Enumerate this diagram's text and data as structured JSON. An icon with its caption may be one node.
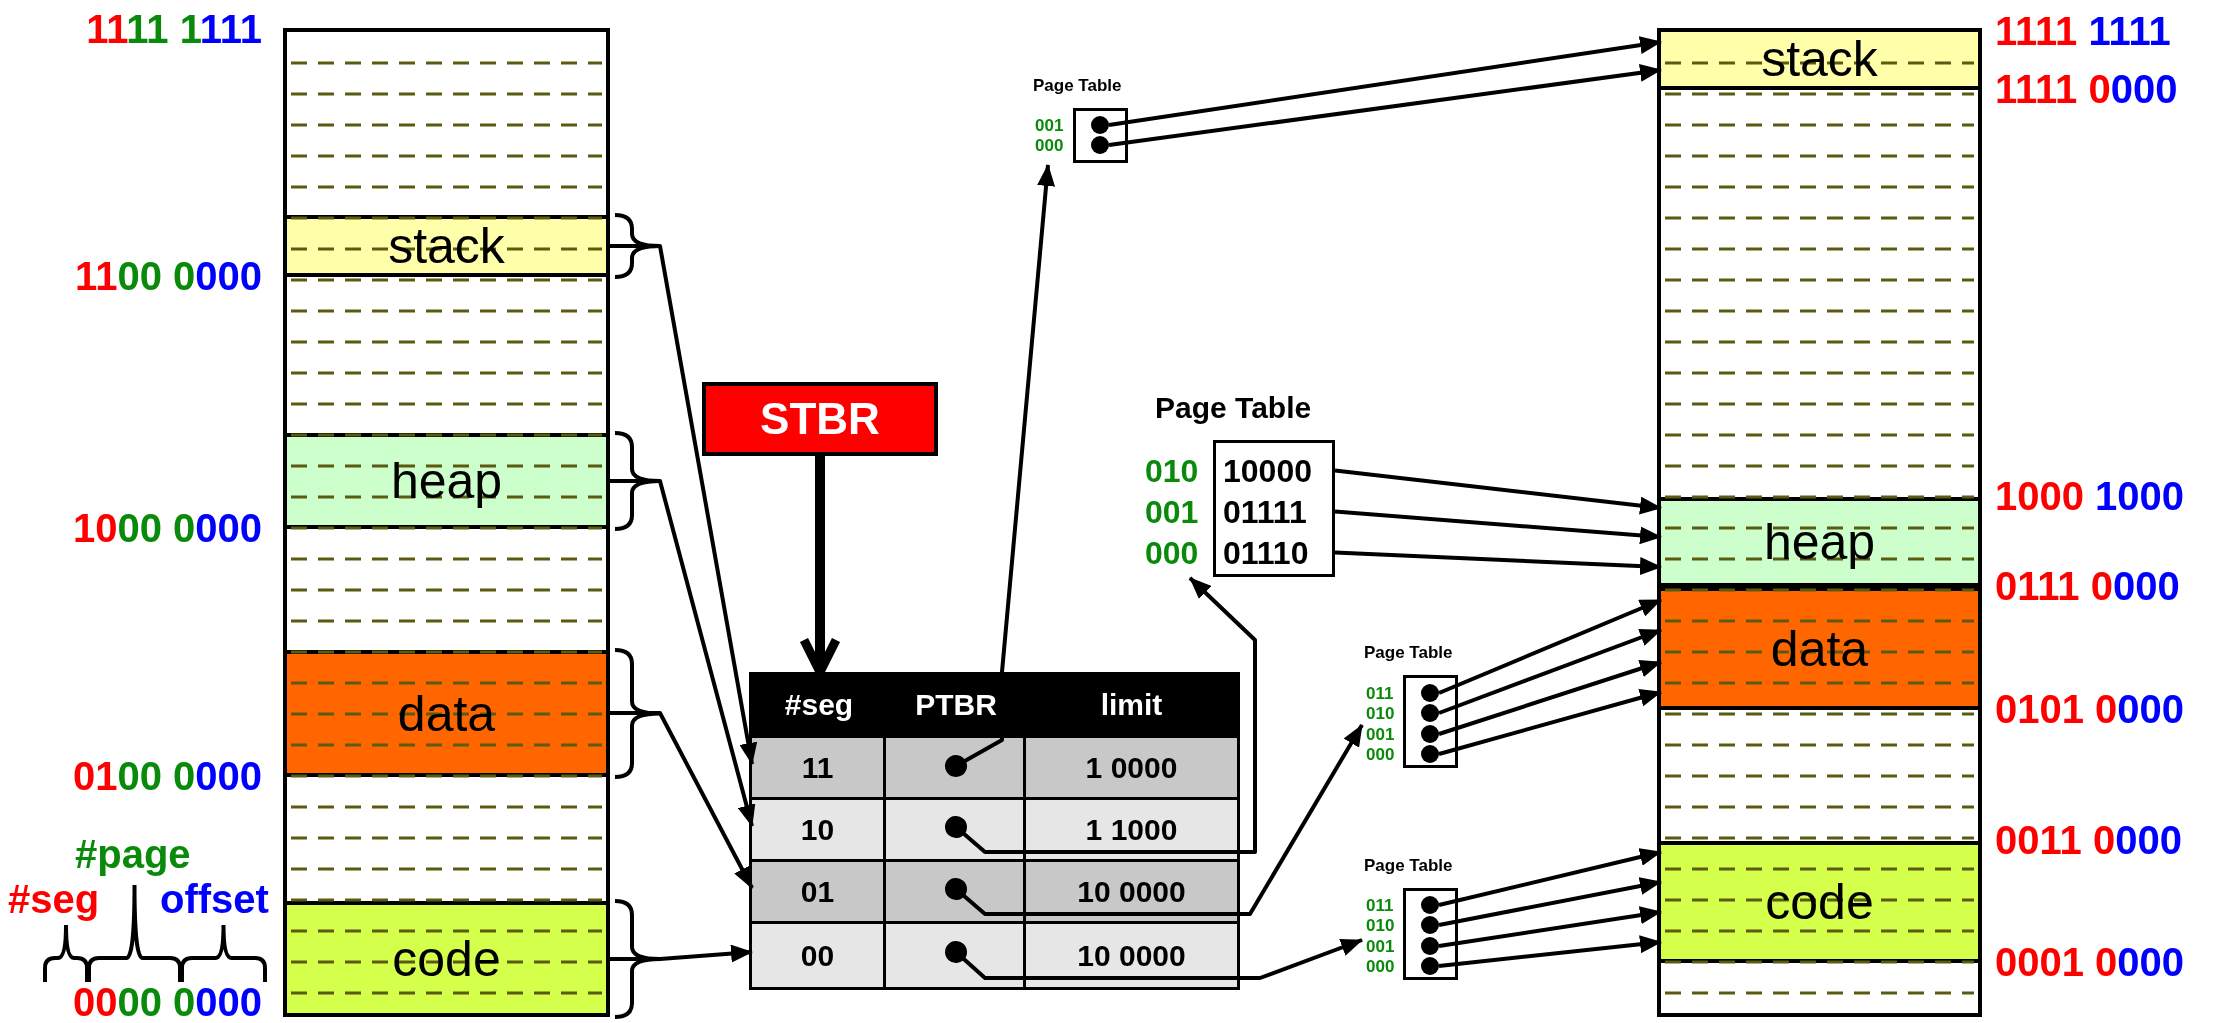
{
  "diagram": {
    "nodes": [
      {
        "text": [],
        "shape": "bar"
      },
      {
        "text": [
          "stack"
        ],
        "in": 0
      },
      {
        "text": [
          "heap"
        ],
        "in": 0
      },
      {
        "text": [
          "data"
        ],
        "in": 0
      },
      {
        "text": [
          "code"
        ],
        "in": 0
      },
      {
        "text": [
          "STBR"
        ]
      },
      {
        "text": [
          "#seg",
          "PTBR",
          "limit"
        ]
      },
      {
        "text": [
          "11",
          "1 0000"
        ],
        "in": 6
      },
      {
        "text": [
          "10",
          "1 1000"
        ],
        "in": 6
      },
      {
        "text": [
          "01",
          "10 0000"
        ],
        "in": 6
      },
      {
        "text": [
          "00",
          "10 0000"
        ],
        "in": 6
      },
      {
        "text": [
          "Page Table"
        ]
      },
      {
        "text": [
          "001"
        ],
        "in": 11
      },
      {
        "text": [
          "000"
        ],
        "in": 11
      },
      {
        "text": [
          "Page Table"
        ]
      },
      {
        "text": [
          "010",
          "10000"
        ],
        "in": 14
      },
      {
        "text": [
          "001",
          "01111"
        ],
        "in": 14
      },
      {
        "text": [
          "000",
          "01110"
        ],
        "in": 14
      },
      {
        "text": [
          "Page Table"
        ]
      },
      {
        "text": [
          "011"
        ],
        "in": 18
      },
      {
        "text": [
          "010"
        ],
        "in": 18
      },
      {
        "text": [
          "001"
        ],
        "in": 18
      },
      {
        "text": [
          "000"
        ],
        "in": 18
      },
      {
        "text": [
          "Page Table"
        ]
      },
      {
        "text": [
          "011"
        ],
        "in": 23
      },
      {
        "text": [
          "010"
        ],
        "in": 23
      },
      {
        "text": [
          "001"
        ],
        "in": 23
      },
      {
        "text": [
          "000"
        ],
        "in": 23
      },
      {
        "text": [],
        "shape": "bar"
      },
      {
        "text": [
          "stack"
        ],
        "in": 28
      },
      {
        "text": [
          "heap"
        ],
        "in": 28
      },
      {
        "text": [
          "data"
        ],
        "in": 28
      },
      {
        "text": [
          "code"
        ],
        "in": 28
      }
    ],
    "edges": [
      {
        "from": 1,
        "to": 7,
        "arrow": "to"
      },
      {
        "from": 2,
        "to": 8,
        "arrow": "to"
      },
      {
        "from": 3,
        "to": 9,
        "arrow": "to"
      },
      {
        "from": 4,
        "to": 10,
        "arrow": "to"
      },
      {
        "from": 5,
        "to": 6,
        "arrow": "to",
        "style": "thick"
      },
      {
        "from": 7,
        "to": 11,
        "arrow": "to"
      },
      {
        "from": 8,
        "to": 14,
        "arrow": "to"
      },
      {
        "from": 9,
        "to": 18,
        "arrow": "to"
      },
      {
        "from": 10,
        "to": 23,
        "arrow": "to"
      },
      {
        "from": 12,
        "to": 29,
        "arrow": "to"
      },
      {
        "from": 13,
        "to": 29,
        "arrow": "to"
      },
      {
        "from": 15,
        "to": 30,
        "arrow": "to"
      },
      {
        "from": 16,
        "to": 30,
        "arrow": "to"
      },
      {
        "from": 17,
        "to": 30,
        "arrow": "to"
      },
      {
        "from": 19,
        "to": 31,
        "arrow": "to"
      },
      {
        "from": 20,
        "to": 31,
        "arrow": "to"
      },
      {
        "from": 21,
        "to": 31,
        "arrow": "to"
      },
      {
        "from": 22,
        "to": 31,
        "arrow": "to"
      },
      {
        "from": 24,
        "to": 32,
        "arrow": "to"
      },
      {
        "from": 25,
        "to": 32,
        "arrow": "to"
      },
      {
        "from": 26,
        "to": 32,
        "arrow": "to"
      },
      {
        "from": 27,
        "to": 32,
        "arrow": "to"
      }
    ],
    "labels": [
      "1111 1111",
      "1100 0000",
      "1000 0000",
      "0100 0000",
      "#page",
      "#seg",
      "offset",
      "0000 0000",
      "1111 1111",
      "1111 0000",
      "1000 1000",
      "0111 0000",
      "0101 0000",
      "0011 0000",
      "0001 0000"
    ]
  }
}
